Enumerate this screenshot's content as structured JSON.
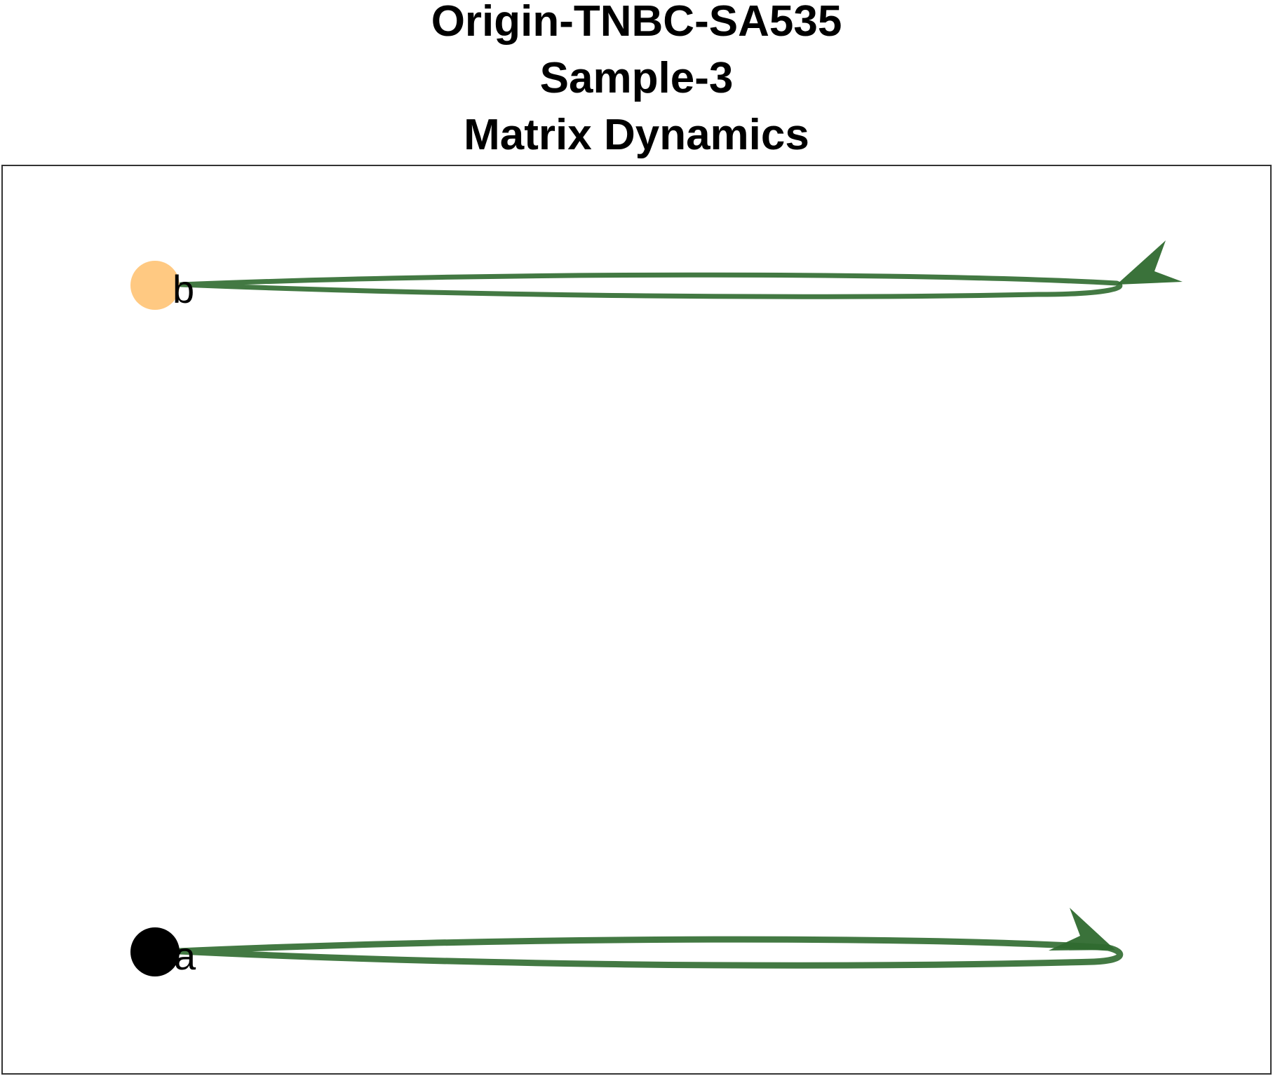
{
  "title": {
    "line1": "Origin-TNBC-SA535",
    "line2": "Sample-3",
    "line3": "Matrix Dynamics"
  },
  "colors": {
    "edge": "#2f6a2f",
    "node_b": "#ffc982",
    "node_a": "#000000",
    "frame": "#333333"
  },
  "nodes": [
    {
      "id": "b",
      "label": "b",
      "color": "#ffc982"
    },
    {
      "id": "a",
      "label": "a",
      "color": "#000000"
    }
  ],
  "edges": [
    {
      "from": "b",
      "to": "b",
      "type": "self-loop"
    },
    {
      "from": "a",
      "to": "a",
      "type": "self-loop"
    }
  ]
}
